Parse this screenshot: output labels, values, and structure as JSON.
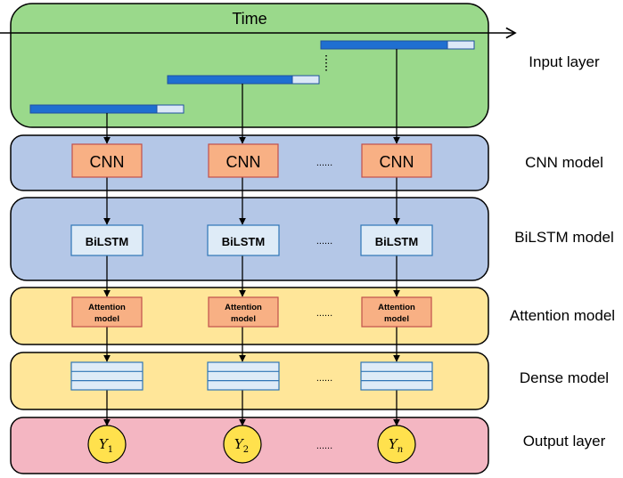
{
  "time_label": "Time",
  "layers": [
    {
      "label": "Input layer"
    },
    {
      "label": "CNN model"
    },
    {
      "label": "BiLSTM model"
    },
    {
      "label": "Attention model"
    },
    {
      "label": "Dense model"
    },
    {
      "label": "Output layer"
    }
  ],
  "cnn_label": "CNN",
  "bilstm_label": "BiLSTM",
  "attention_label": [
    "Attention",
    "model"
  ],
  "outputs": [
    {
      "symbol": "Y",
      "sub": "1"
    },
    {
      "symbol": "Y",
      "sub": "2"
    },
    {
      "symbol": "Y",
      "sub": "n"
    }
  ],
  "ellipsis": "......",
  "colors": {
    "input": "#9ad98b",
    "cnn_band": "#b4c7e7",
    "bilstm_band": "#b4c7e7",
    "attention_band": "#ffe699",
    "dense_band": "#ffe699",
    "output_band": "#f4b6c2",
    "orange_box": "#f8b084",
    "blue_box": "#deebf7",
    "bar_dark": "#1f6fd1",
    "bar_light": "#dbe8f7",
    "circle": "#ffe14d"
  }
}
